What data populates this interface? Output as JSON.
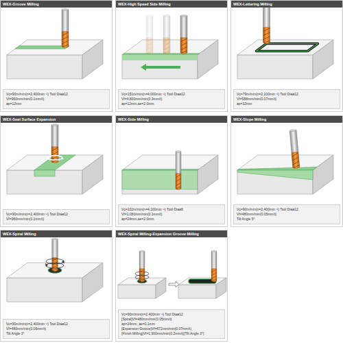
{
  "diagram": {
    "nodes": [
      {
        "text": [
          "WEX-Groove Milling",
          "Vc=90m/min(n=2,400min⁻¹) Tool Diaø12",
          "Vf=960mm/min(0.1mm/t)",
          "ap=12mm"
        ]
      },
      {
        "text": [
          "WEX-High Speed Side Milling",
          "Vc=151m/min(n=4,000min⁻¹) Tool Diaø12",
          "Vf=4,800mm/min(0.3mm/t)",
          "ap=12mm,ae=2.0mm"
        ]
      },
      {
        "text": [
          "WEX-Lettering Milling",
          "Vc=79m/min(n=2,100min⁻¹) Tool Diaø12",
          "Vf=588mm/min(0.07mm/t)",
          "ap=12mm"
        ]
      },
      {
        "text": [
          "WEX-Seat Surface Expansion",
          "Vc=90m/min(n=2,400min⁻¹) Tool Diaø12",
          "Vf=960mm/min(0.1mm/t)"
        ]
      },
      {
        "text": [
          "WEX-Side Milling",
          "Vc=102m/min(n=4,100min⁻¹) Tool Diaø8",
          "Vf=1,080mm/min(0.1mm/t)",
          "ap=24mm,ae=2.0mm"
        ]
      },
      {
        "text": [
          "WEX-Slope Milling",
          "Vc=90m/min(n=2,400min⁻¹) Tool Diaø12",
          "Vf=480mm/min(0.05mm/t)",
          "Tilt Angle 5°"
        ]
      },
      {
        "text": [
          "WEX-Spiral Milling",
          "Vc=90m/min(n=2,400min⁻¹) Tool Diaø12",
          "Vf=480mm/min(0.05mm/t)",
          "Tilt Angle 3°"
        ]
      },
      {
        "text": [
          "WEX-Spiral Milling-Expansion Groove Milling",
          "Vc=90m/min(n=2,400min⁻¹) Tool Diaø12",
          "[Spiral]Vf=480mm/min(0.05mm/t)",
          "ap=24mm, ae=0.1mm",
          "[Expansion Groove]Vf=672mm/min(0.07mm/t)",
          "[Finish Milling]Vf=1,900mm/min(0.2mm/t)[Tilt Angle 3°]"
        ]
      }
    ]
  }
}
